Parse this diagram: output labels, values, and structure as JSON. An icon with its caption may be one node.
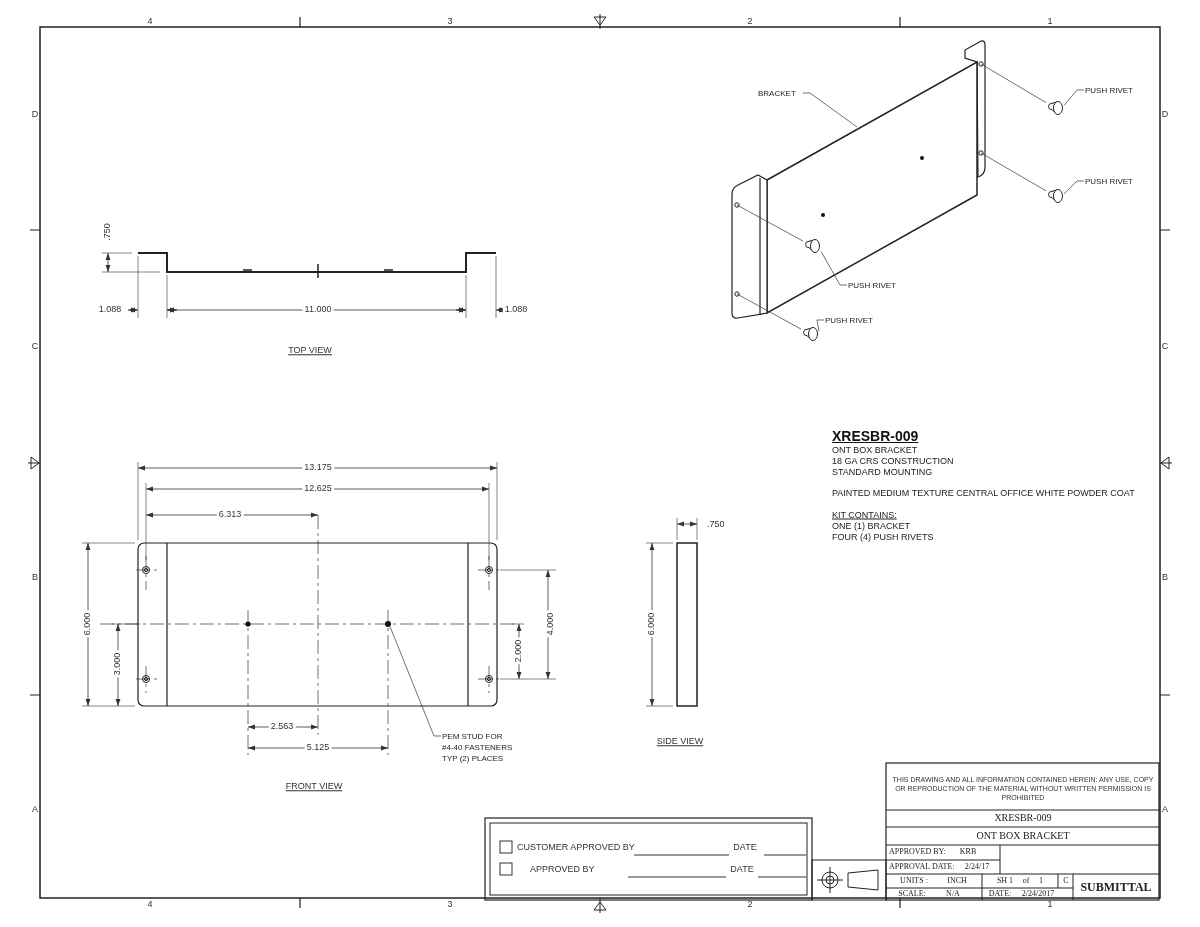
{
  "diagram": {
    "nodes": [
      {
        "text": [
          "BRACKET"
        ]
      },
      {
        "text": [],
        "shape": "picture"
      },
      {
        "text": [
          "PUSH RIVET"
        ]
      },
      {
        "text": [
          "PUSH RIVET"
        ]
      },
      {
        "text": [
          "PUSH RIVET"
        ]
      },
      {
        "text": [
          "PUSH RIVET"
        ]
      },
      {
        "text": [],
        "shape": "rivet"
      },
      {
        "text": [],
        "shape": "rivet"
      },
      {
        "text": [],
        "shape": "rivet",
        "in": 1
      },
      {
        "text": [],
        "shape": "rivet"
      },
      {
        "text": [
          "PEM STUD FOR #4-40 FASTENERS TYP (2) PLACES"
        ]
      },
      {
        "text": [],
        "shape": "circle"
      }
    ],
    "edges": [
      {
        "from": 0,
        "to": 1,
        "arrow": "none"
      },
      {
        "from": 2,
        "to": 6,
        "arrow": "none"
      },
      {
        "from": 3,
        "to": 7,
        "arrow": "none"
      },
      {
        "from": 4,
        "to": 8,
        "arrow": "none"
      },
      {
        "from": 5,
        "to": 9,
        "arrow": "none"
      },
      {
        "from": 10,
        "to": 11,
        "arrow": "none"
      },
      {
        "from": 1,
        "to": 6,
        "arrow": "none"
      },
      {
        "from": 1,
        "to": 7,
        "arrow": "none"
      },
      {
        "from": 1,
        "to": 8,
        "arrow": "none"
      },
      {
        "from": 1,
        "to": 9,
        "arrow": "none"
      }
    ],
    "labels": [
      "4",
      "3",
      "2",
      "1",
      "D",
      "C",
      "B",
      "A",
      "D",
      "C",
      "B",
      "A",
      "4",
      "3",
      "2",
      "1",
      ".750",
      "1.088",
      "11.000",
      "1.088",
      "TOP VIEW",
      "13.175",
      "12.625",
      "6.313",
      "6.000",
      "3.000",
      "4.000",
      "2.000",
      "2.563",
      "5.125",
      "FRONT VIEW",
      ".750",
      "6.000",
      "SIDE VIEW",
      "XRESBR-009",
      "ONT BOX BRACKET",
      "18 GA CRS CONSTRUCTION",
      "STANDARD MOUNTING",
      "PAINTED MEDIUM TEXTURE CENTRAL OFFICE WHITE POWDER COAT",
      "KIT CONTAINS:",
      "ONE (1) BRACKET",
      "FOUR (4) PUSH RIVETS",
      "CUSTOMER APPROVED BY",
      "DATE",
      "APPROVED BY",
      "DATE",
      "THIS DRAWING AND ALL INFORMATION CONTAINED HEREIN: ANY USE, COPY OR REPRODUCTION OF THE MATERIAL WITHOUT WRITTEN PERMISSION IS PROHIBITED",
      "XRESBR-009",
      "ONT BOX BRACKET",
      "APPROVED BY:",
      "KRB",
      "APPROVAL DATE:",
      "2/24/17",
      "UNITS :",
      "INCH",
      "SH 1",
      "of",
      "1",
      "C",
      "SUBMITTAL",
      "SCALE:",
      "N/A",
      "DATE:",
      "2/24/2017"
    ]
  }
}
